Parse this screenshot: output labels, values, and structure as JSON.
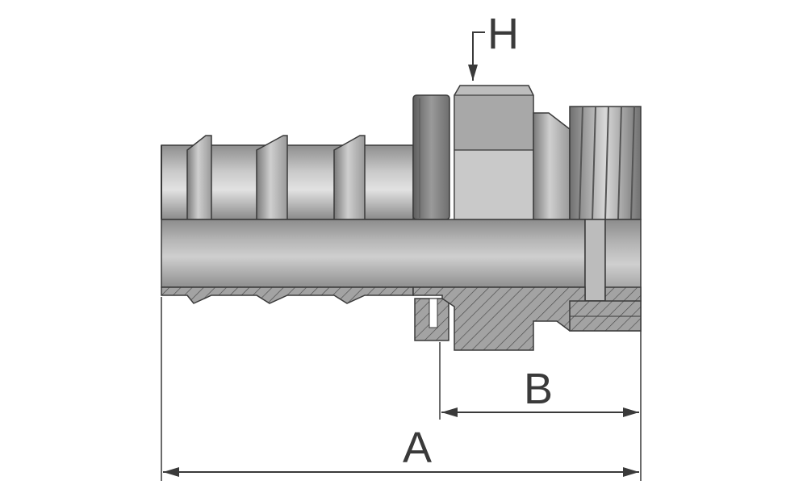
{
  "diagram": {
    "labels": {
      "hex_size": "H",
      "dim_b": "B",
      "dim_a": "A"
    },
    "colors": {
      "line": "#3a3a3a",
      "metal_dark": "#7d7d7d",
      "metal_mid": "#a9a9a9",
      "metal_light": "#d2d2d2",
      "section_fill": "#9a9a9a"
    }
  }
}
